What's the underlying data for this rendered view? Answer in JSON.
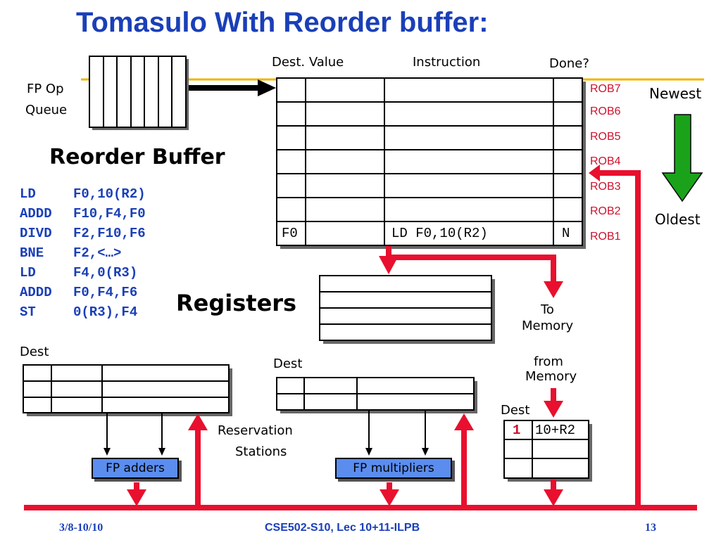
{
  "title": "Tomasulo With Reorder buffer:",
  "labels": {
    "fp_op": "FP Op",
    "queue": "Queue",
    "reorder_buffer": "Reorder Buffer",
    "registers": "Registers",
    "to": "To",
    "memory_to": "Memory",
    "from": "from",
    "memory_from": "Memory",
    "dest_left": "Dest",
    "dest_mid": "Dest",
    "dest_right": "Dest",
    "reservation": "Reservation",
    "stations": "Stations",
    "fp_adders": "FP adders",
    "fp_multipliers": "FP multipliers",
    "newest": "Newest",
    "oldest": "Oldest"
  },
  "rob_headers": {
    "dest": "Dest.",
    "value": "Value",
    "instruction": "Instruction",
    "done": "Done?"
  },
  "rob_labels": [
    "ROB7",
    "ROB6",
    "ROB5",
    "ROB4",
    "ROB3",
    "ROB2",
    "ROB1"
  ],
  "rob_entry": {
    "dest": "F0",
    "instruction": "LD F0,10(R2)",
    "done": "N"
  },
  "load_buffer": {
    "dest": "1",
    "address": "10+R2"
  },
  "code": [
    {
      "op": "LD",
      "args": "F0,10(R2)"
    },
    {
      "op": "ADDD",
      "args": "F10,F4,F0"
    },
    {
      "op": "DIVD",
      "args": "F2,F10,F6"
    },
    {
      "op": "BNE",
      "args": "F2,<…>"
    },
    {
      "op": "LD",
      "args": "F4,0(R3)"
    },
    {
      "op": "ADDD",
      "args": "F0,F4,F6"
    },
    {
      "op": "ST",
      "args": "0(R3),F4"
    }
  ],
  "footer": {
    "date": "3/8-10/10",
    "course": "CSE502-S10, Lec 10+11-ILPB",
    "page": "13"
  },
  "colors": {
    "title": "#1a3fb8",
    "bus": "#e8102e",
    "rob_label": "#d0102c",
    "unit": "#5b8def",
    "arrow_green": "#1aa31a",
    "yellow_line": "#f0b400"
  }
}
